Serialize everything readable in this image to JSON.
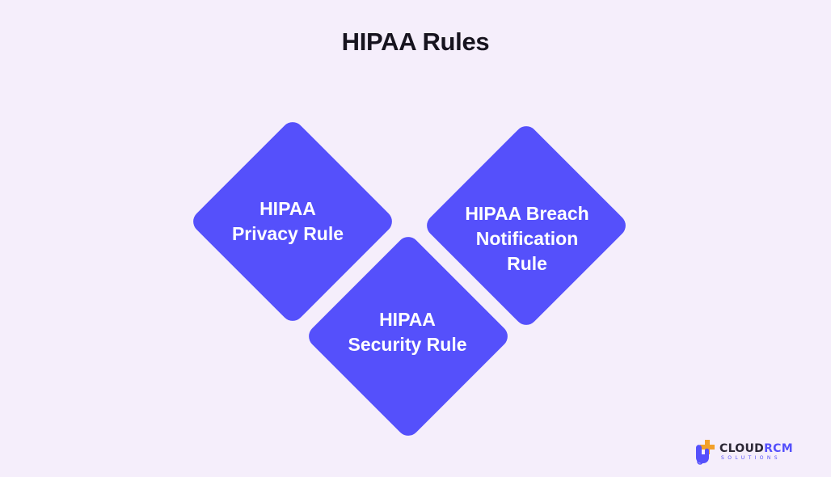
{
  "title": "HIPAA Rules",
  "rules": [
    {
      "id": "privacy",
      "lines": [
        "HIPAA",
        "Privacy Rule"
      ]
    },
    {
      "id": "breach",
      "lines": [
        "HIPAA Breach",
        "Notification",
        "Rule"
      ]
    },
    {
      "id": "security",
      "lines": [
        "HIPAA",
        "Security Rule"
      ]
    }
  ],
  "logo": {
    "word_part1": "CLOUD",
    "word_part2": "RCM",
    "sub": "SOLUTIONS"
  },
  "colors": {
    "background": "#f5eefb",
    "diamond": "#5550fb",
    "title": "#17141f",
    "logo_accent": "#f2a02a"
  }
}
